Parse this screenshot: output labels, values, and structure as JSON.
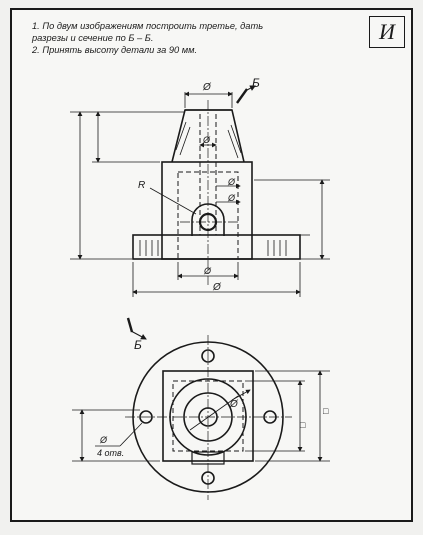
{
  "sheet": {
    "variant_letter": "И",
    "task_lines": [
      "1. По двум изображениям построить третье, дать",
      "разрезы и сечение по Б – Б.",
      "2. Принять высоту детали за 90 мм."
    ]
  },
  "drawing": {
    "diameter_symbol": "Ø",
    "section_letter": "Б",
    "radius_label": "R",
    "holes_note": "4 отв.",
    "size_box_symbol": "□"
  }
}
